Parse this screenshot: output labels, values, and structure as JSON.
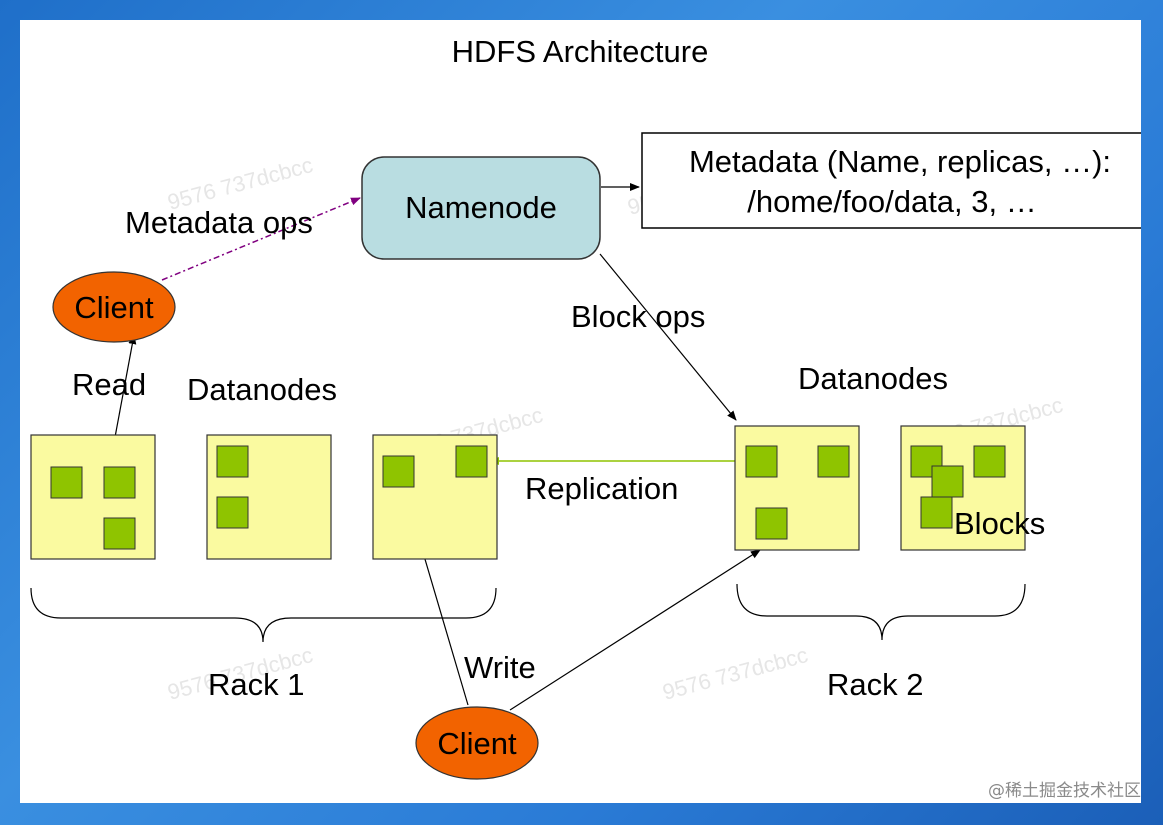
{
  "title": "HDFS Architecture",
  "namenode": {
    "label": "Namenode"
  },
  "metadata": {
    "line1": "Metadata (Name, replicas, …):",
    "line2": "/home/foo/data, 3, …"
  },
  "labels": {
    "metadata_ops": "Metadata ops",
    "block_ops": "Block ops",
    "read": "Read",
    "write": "Write",
    "replication": "Replication",
    "blocks": "Blocks",
    "datanodes_left": "Datanodes",
    "datanodes_right": "Datanodes",
    "rack1": "Rack 1",
    "rack2": "Rack 2"
  },
  "clients": {
    "top": "Client",
    "bottom": "Client"
  },
  "watermark": {
    "text": "9576 737dcbcc",
    "site": "@稀土掘金技术社区"
  },
  "colors": {
    "namenode_fill": "#b9dde1",
    "datanode_fill": "#fafaa0",
    "block_fill": "#8fc400",
    "client_fill": "#f26300",
    "metadata_arrow": "#800080",
    "replication_arrow": "#8fc400"
  }
}
